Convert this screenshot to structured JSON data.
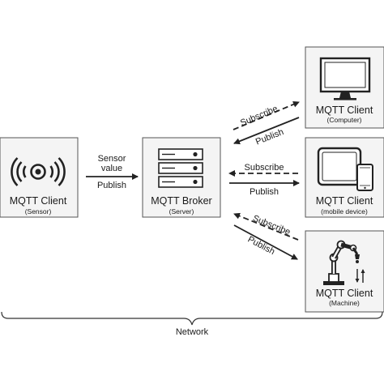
{
  "nodes": {
    "sensor": {
      "title": "MQTT Client",
      "subtitle": "(Sensor)"
    },
    "broker": {
      "title": "MQTT Broker",
      "subtitle": "(Server)"
    },
    "computer": {
      "title": "MQTT Client",
      "subtitle": "(Computer)"
    },
    "mobile": {
      "title": "MQTT Client",
      "subtitle": "(mobile device)"
    },
    "machine": {
      "title": "MQTT Client",
      "subtitle": "(Machine)"
    }
  },
  "edges": {
    "sensor_to_broker": {
      "label_line1": "Sensor",
      "label_line2": "value",
      "label_action": "Publish"
    },
    "broker_computer": {
      "subscribe": "Subscribe",
      "publish": "Publish"
    },
    "broker_mobile": {
      "subscribe": "Subscribe",
      "publish": "Publish"
    },
    "broker_machine": {
      "subscribe": "Subscribe",
      "publish": "Publish"
    }
  },
  "network_label": "Network",
  "colors": {
    "box_fill": "#f4f4f4",
    "box_stroke": "#555555",
    "ink": "#222222"
  }
}
